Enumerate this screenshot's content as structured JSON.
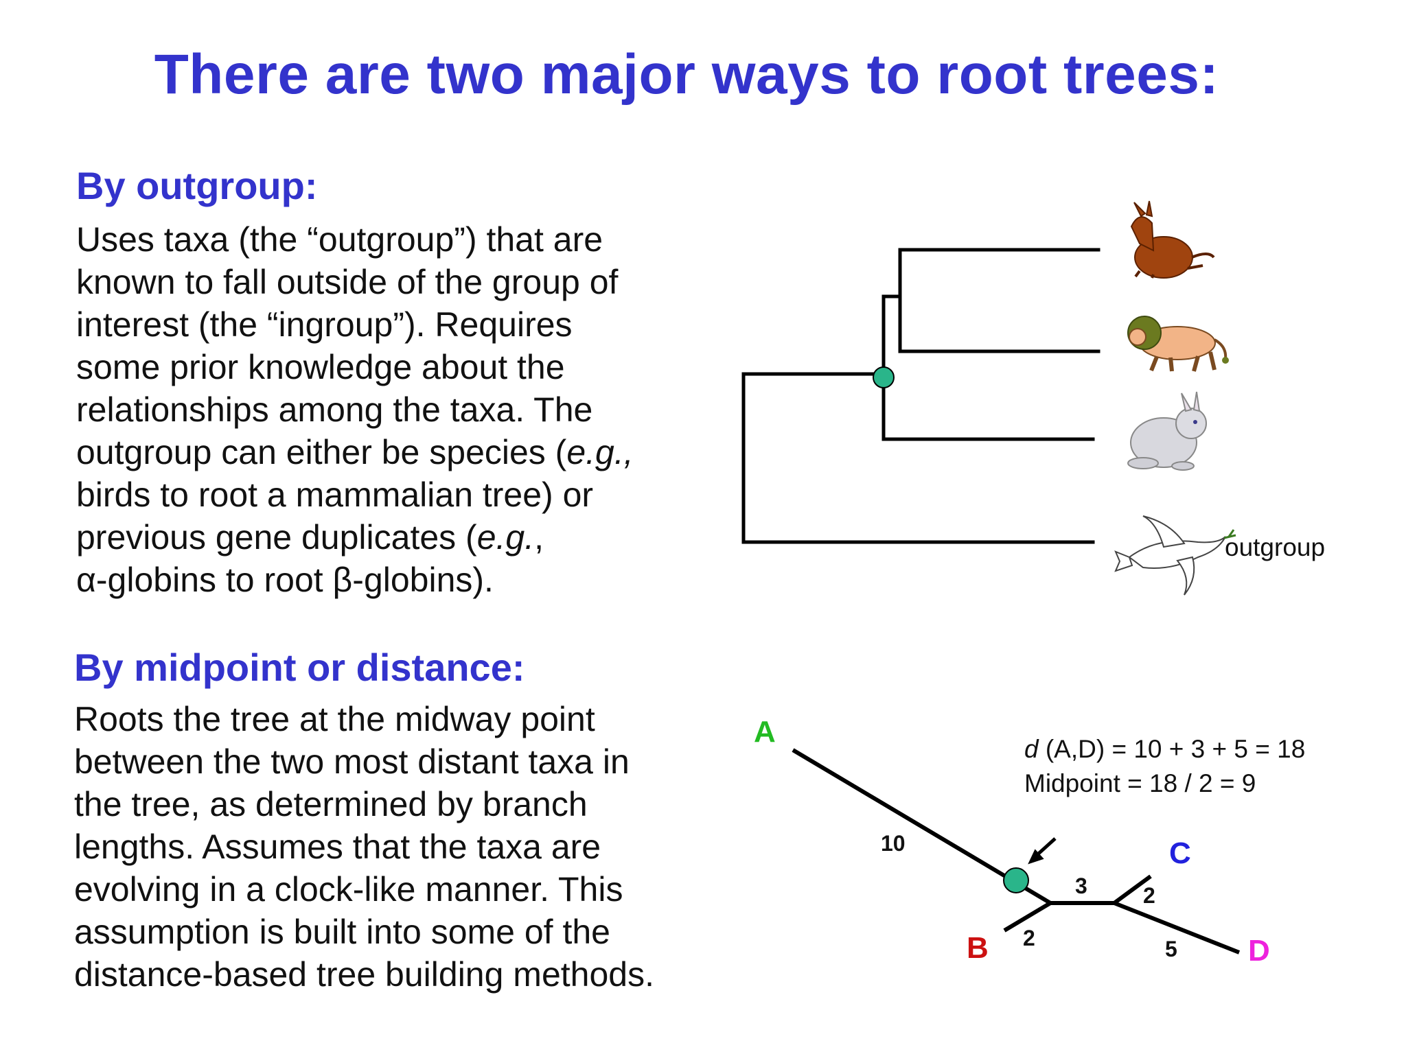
{
  "title": "There are two major ways to root trees:",
  "sections": {
    "outgroup": {
      "heading": "By outgroup:",
      "lines": [
        "Uses taxa (the “outgroup”) that are",
        "known to fall outside of the group of",
        "interest (the “ingroup”).  Requires",
        "some prior knowledge about the",
        "relationships among the taxa.  The",
        "outgroup can either be species (",
        "e.g.,",
        "birds to root a mammalian tree) or",
        "previous gene duplicates (",
        "e.g.",
        ",",
        "α-globins to root β-globins)."
      ]
    },
    "midpoint": {
      "heading": "By midpoint or distance:",
      "lines": [
        "Roots the tree at the midway point",
        "between the two most distant taxa in",
        "the tree, as determined by branch",
        "lengths.  Assumes that the taxa are",
        "evolving in a clock-like manner.  This",
        "assumption is built into some of the",
        "distance-based tree building methods."
      ]
    }
  },
  "outgroup_tree": {
    "taxa": [
      "donkey",
      "lion",
      "rabbit",
      "dove"
    ],
    "outgroup_label": "outgroup",
    "root_color": "#2ab58a"
  },
  "midpoint_tree": {
    "leaves": {
      "A": {
        "label": "A",
        "color": "#22bb22"
      },
      "B": {
        "label": "B",
        "color": "#cc1111"
      },
      "C": {
        "label": "C",
        "color": "#2222dd"
      },
      "D": {
        "label": "D",
        "color": "#ee22dd"
      }
    },
    "branch_lengths": {
      "A": "10",
      "B": "2",
      "internal": "3",
      "C": "2",
      "D": "5"
    },
    "formula_d": "d",
    "formula_rest": " (A,D) = 10 + 3 + 5 = 18",
    "midpoint_line": "Midpoint = 18 / 2 = 9",
    "root_color": "#2ab58a"
  }
}
